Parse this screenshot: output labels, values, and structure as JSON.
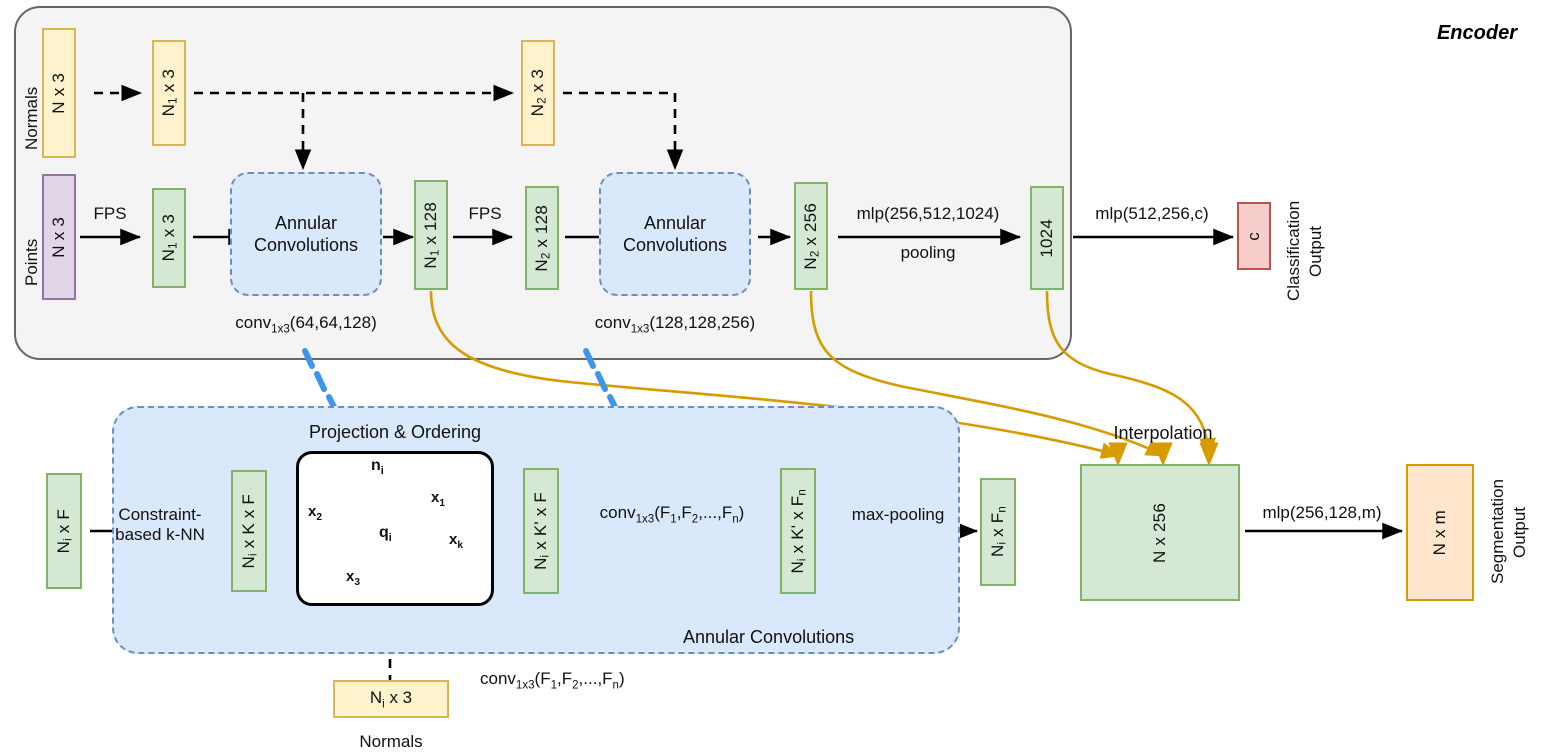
{
  "encoder": {
    "title": "Encoder",
    "row_labels": {
      "normals": "Normals",
      "points": "Points"
    },
    "normals_boxes": [
      {
        "label": "N x 3"
      },
      {
        "label": "N₁ x 3"
      },
      {
        "label": "N₂ x 3"
      }
    ],
    "point_boxes": [
      {
        "label": "N x 3"
      },
      {
        "label": "N₁ x 3"
      },
      {
        "label": "N₁ x 128"
      },
      {
        "label": "N₂ x 128"
      },
      {
        "label": "N₂ x 256"
      },
      {
        "label": "1024"
      }
    ],
    "annular_blocks": [
      {
        "label": "Annular\nConvolutions",
        "caption": "conv1x3(64,64,128)"
      },
      {
        "label": "Annular\nConvolutions",
        "caption": "conv1x3(128,128,256)"
      }
    ],
    "edge_labels": {
      "fps1": "FPS",
      "fps2": "FPS",
      "mlp_global": "mlp(256,512,1024)",
      "pooling": "pooling",
      "mlp_cls": "mlp(512,256,c)"
    },
    "classification": {
      "box_label": "c",
      "output_label": "Classification\nOutput"
    }
  },
  "detail": {
    "title": "Annular Convolutions",
    "projection_title": "Projection & Ordering",
    "input_box": "Nᵢ x F",
    "boxes": [
      {
        "label": "Nᵢ x K x F"
      },
      {
        "label": "Nᵢ x K' x F"
      },
      {
        "label": "Nᵢ x K' x Fₙ"
      },
      {
        "label": "Nᵢ x Fₙ"
      }
    ],
    "edge_labels": {
      "knn": "Constraint-\nbased k-NN",
      "conv": "conv1x3(F1,F2,...,Fn)",
      "maxpool": "max-pooling"
    },
    "normals_box": "Nᵢ x 3",
    "normals_label": "Normals",
    "conv_caption": "conv1x3(F1,F2,...,Fn)",
    "annulus": {
      "center_label": "qᵢ",
      "normal_label": "nᵢ",
      "neighbor_labels": [
        "x₁",
        "x₂",
        "x₃",
        "xₖ"
      ]
    }
  },
  "decoder": {
    "interpolation_label": "Interpolation",
    "feature_box": "N x 256",
    "mlp_seg": "mlp(256,128,m)",
    "segmentation": {
      "box_label": "N x m",
      "output_label": "Segmentation\nOutput"
    }
  },
  "colors": {
    "points": "#e1d5e7",
    "points_border": "#9673a6",
    "features": "#d5e8d4",
    "features_border": "#82b366",
    "normals": "#fff2cc",
    "normals_border": "#d6b656",
    "classification": "#f8cecc",
    "classification_border": "#b85450",
    "segmentation": "#ffe6cc",
    "segmentation_border": "#d79b00",
    "annular_fill": "#dae8fc",
    "annular_border": "#6c8ebf",
    "skip": "#d79b00",
    "encoder_bg": "#f4f4f4",
    "annulus_ring": "#f5c6c6",
    "normal_arrow": "#b03a2e"
  }
}
